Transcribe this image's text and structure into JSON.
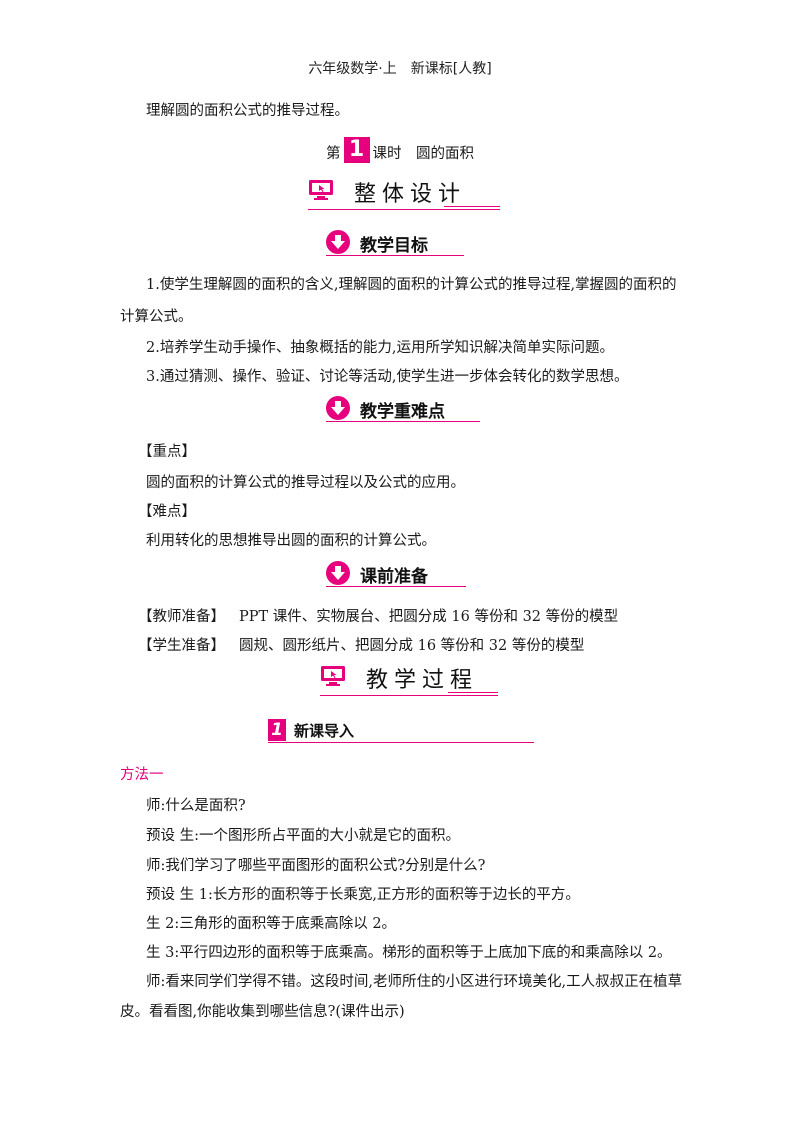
{
  "header": "六年级数学·上　新课标[人教]",
  "intro_line": "理解圆的面积公式的推导过程。",
  "lesson": {
    "prefix": "第",
    "number": "1",
    "suffix": "课时　圆的面积"
  },
  "section_design": "整体设计",
  "section_objectives": "教学目标",
  "objectives": {
    "item1_line1": "1.使学生理解圆的面积的含义,理解圆的面积的计算公式的推导过程,掌握圆的面积的",
    "item1_line2": "计算公式。",
    "item2": "2.培养学生动手操作、抽象概括的能力,运用所学知识解决简单实际问题。",
    "item3": "3.通过猜测、操作、验证、讨论等活动,使学生进一步体会转化的数学思想。"
  },
  "section_keypoints": "教学重难点",
  "keypoint_label": "【重点】",
  "keypoint_text": "圆的面积的计算公式的推导过程以及公式的应用。",
  "difficulty_label": "【难点】",
  "difficulty_text": "利用转化的思想推导出圆的面积的计算公式。",
  "section_preparation": "课前准备",
  "teacher_prep_label": "【教师准备】",
  "teacher_prep_text": "PPT 课件、实物展台、把圆分成 16 等份和 32 等份的模型",
  "student_prep_label": "【学生准备】",
  "student_prep_text": "圆规、圆形纸片、把圆分成 16 等份和 32 等份的模型",
  "section_process": "教学过程",
  "step1": {
    "number": "1",
    "title": "新课导入"
  },
  "method_label": "方法一",
  "dialogue": [
    "师:什么是面积?",
    "预设 生:一个图形所占平面的大小就是它的面积。",
    "师:我们学习了哪些平面图形的面积公式?分别是什么?",
    "预设 生 1:长方形的面积等于长乘宽,正方形的面积等于边长的平方。",
    "生 2:三角形的面积等于底乘高除以 2。",
    "生 3:平行四边形的面积等于底乘高。梯形的面积等于上底加下底的和乘高除以 2。",
    "师:看来同学们学得不错。这段时间,老师所住的小区进行环境美化,工人叔叔正在植草",
    "皮。看看图,你能收集到哪些信息?(课件出示)"
  ],
  "colors": {
    "accent": "#e6007e"
  },
  "icons": {
    "big_section": "monitor-icon",
    "sub_section": "down-arrow-circle-icon"
  }
}
